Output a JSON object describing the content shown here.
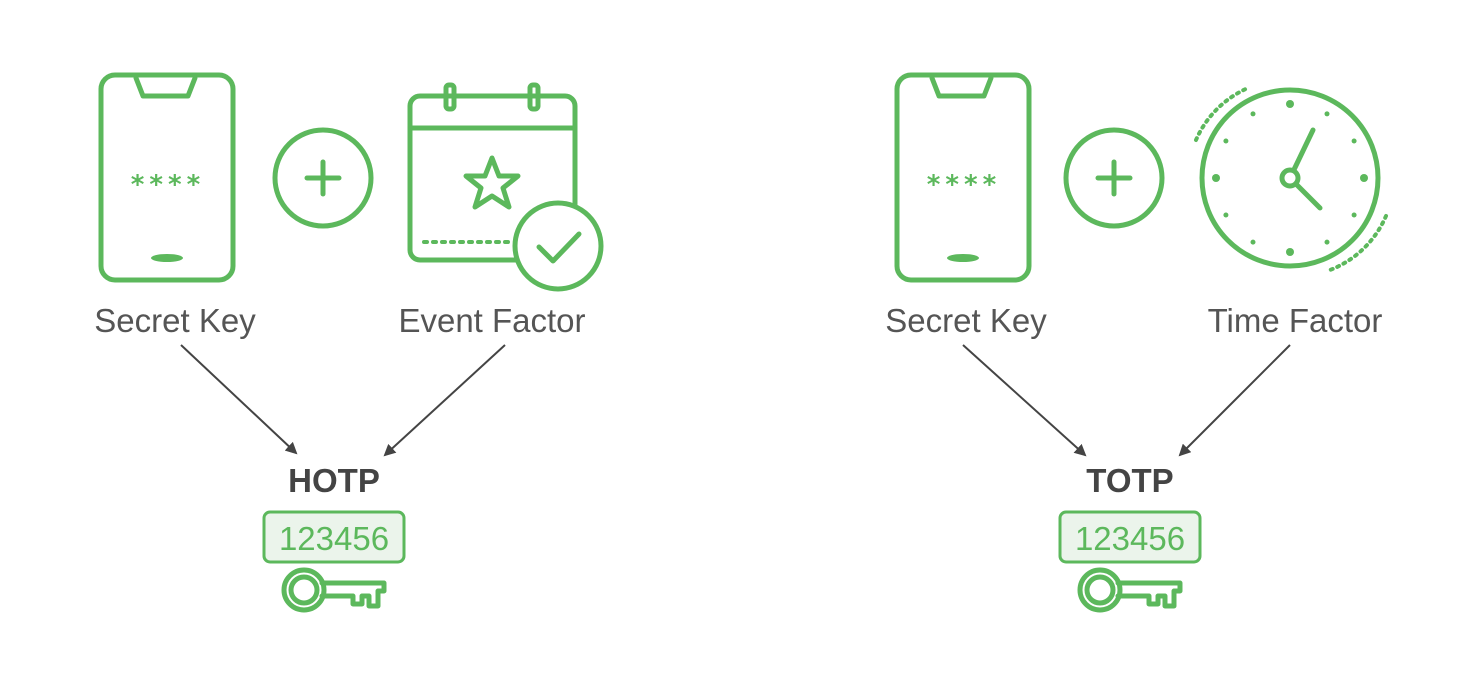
{
  "colors": {
    "accent": "#5cb85c",
    "text": "#555555",
    "arrow": "#444444"
  },
  "hotp": {
    "left_label": "Secret Key",
    "right_label": "Event Factor",
    "title": "HOTP",
    "code": "123456",
    "pin_mask": "****",
    "icons": [
      "smartphone-icon",
      "plus-icon",
      "calendar-star-check-icon",
      "key-icon"
    ]
  },
  "totp": {
    "left_label": "Secret Key",
    "right_label": "Time Factor",
    "title": "TOTP",
    "code": "123456",
    "pin_mask": "****",
    "icons": [
      "smartphone-icon",
      "plus-icon",
      "clock-icon",
      "key-icon"
    ]
  }
}
